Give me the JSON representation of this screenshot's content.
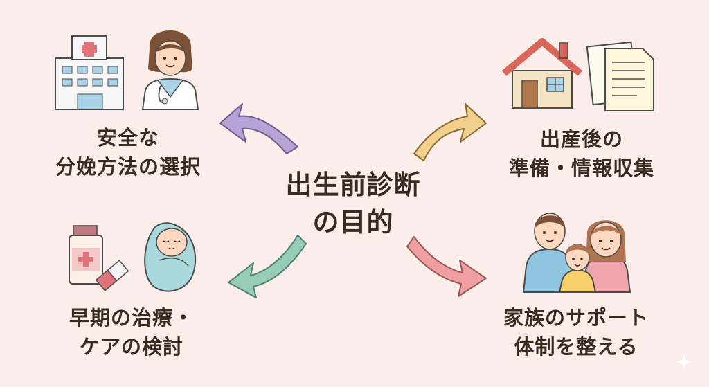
{
  "center": {
    "line1": "出生前診断",
    "line2": "の目的"
  },
  "purposes": [
    {
      "line1": "安全な",
      "line2": "分娩方法の選択",
      "icons": [
        "hospital-icon",
        "doctor-icon"
      ],
      "arrow_color": "#b7a4d6"
    },
    {
      "line1": "出産後の",
      "line2": "準備・情報収集",
      "icons": [
        "house-icon",
        "documents-icon"
      ],
      "arrow_color": "#f1d08d"
    },
    {
      "line1": "早期の治療・",
      "line2": "ケアの検討",
      "icons": [
        "medicine-bottle-icon",
        "capsule-icon",
        "swaddled-baby-icon"
      ],
      "arrow_color": "#97cdb8"
    },
    {
      "line1": "家族のサポート",
      "line2": "体制を整える",
      "icons": [
        "family-icon"
      ],
      "arrow_color": "#ef9f9f"
    }
  ]
}
